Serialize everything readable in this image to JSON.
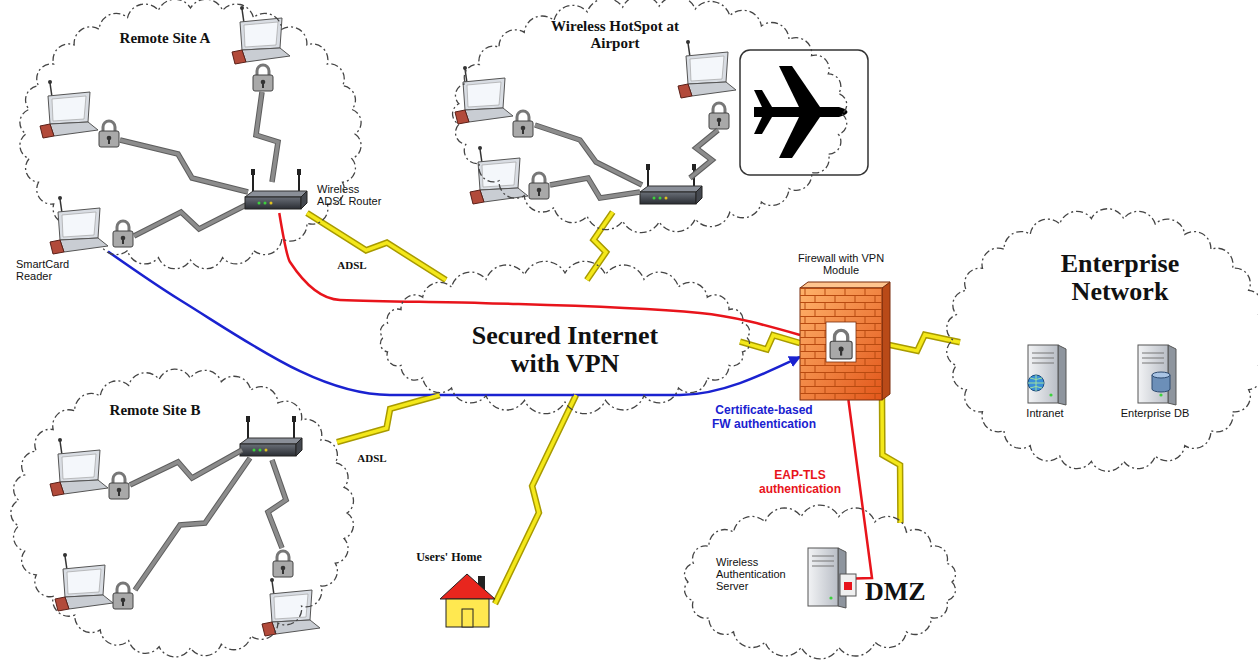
{
  "diagram": {
    "nodes": [
      {
        "text": [
          "Remote Site A"
        ]
      },
      {
        "text": [
          "Wireless ADSL Router"
        ],
        "in": 0
      },
      {
        "text": [
          "SmartCard Reader"
        ],
        "in": 0
      },
      {
        "text": [
          "Wireless HotSpot at Airport"
        ]
      },
      {
        "text": [
          "Secured Internet with VPN"
        ]
      },
      {
        "text": [
          "Firewall with VPN Module"
        ]
      },
      {
        "text": [
          "Enterprise Network"
        ]
      },
      {
        "text": [
          "Intranet"
        ],
        "in": 6
      },
      {
        "text": [
          "Enterprise DB"
        ],
        "in": 6
      },
      {
        "text": [
          "Remote Site B"
        ]
      },
      {
        "text": [
          "Users' Home"
        ]
      },
      {
        "text": [
          "DMZ"
        ]
      },
      {
        "text": [
          "Wireless Authentication Server"
        ],
        "in": 11
      }
    ],
    "edges": [
      {
        "from": 1,
        "to": 5,
        "arrow": "none"
      },
      {
        "from": 5,
        "to": 12,
        "label": "EAP-TLS authentication",
        "arrow": "none"
      },
      {
        "from": 2,
        "to": 5,
        "label": "Certificate-based FW authentication",
        "arrow": "to"
      },
      {
        "from": 1,
        "to": 4,
        "label": "ADSL",
        "arrow": "none"
      },
      {
        "from": 3,
        "to": 4,
        "arrow": "none"
      },
      {
        "from": 9,
        "to": 4,
        "label": "ADSL",
        "arrow": "none"
      },
      {
        "from": 10,
        "to": 4,
        "arrow": "none"
      },
      {
        "from": 4,
        "to": 5,
        "arrow": "none"
      },
      {
        "from": 5,
        "to": 6,
        "arrow": "none"
      },
      {
        "from": 5,
        "to": 11,
        "arrow": "none"
      }
    ]
  }
}
